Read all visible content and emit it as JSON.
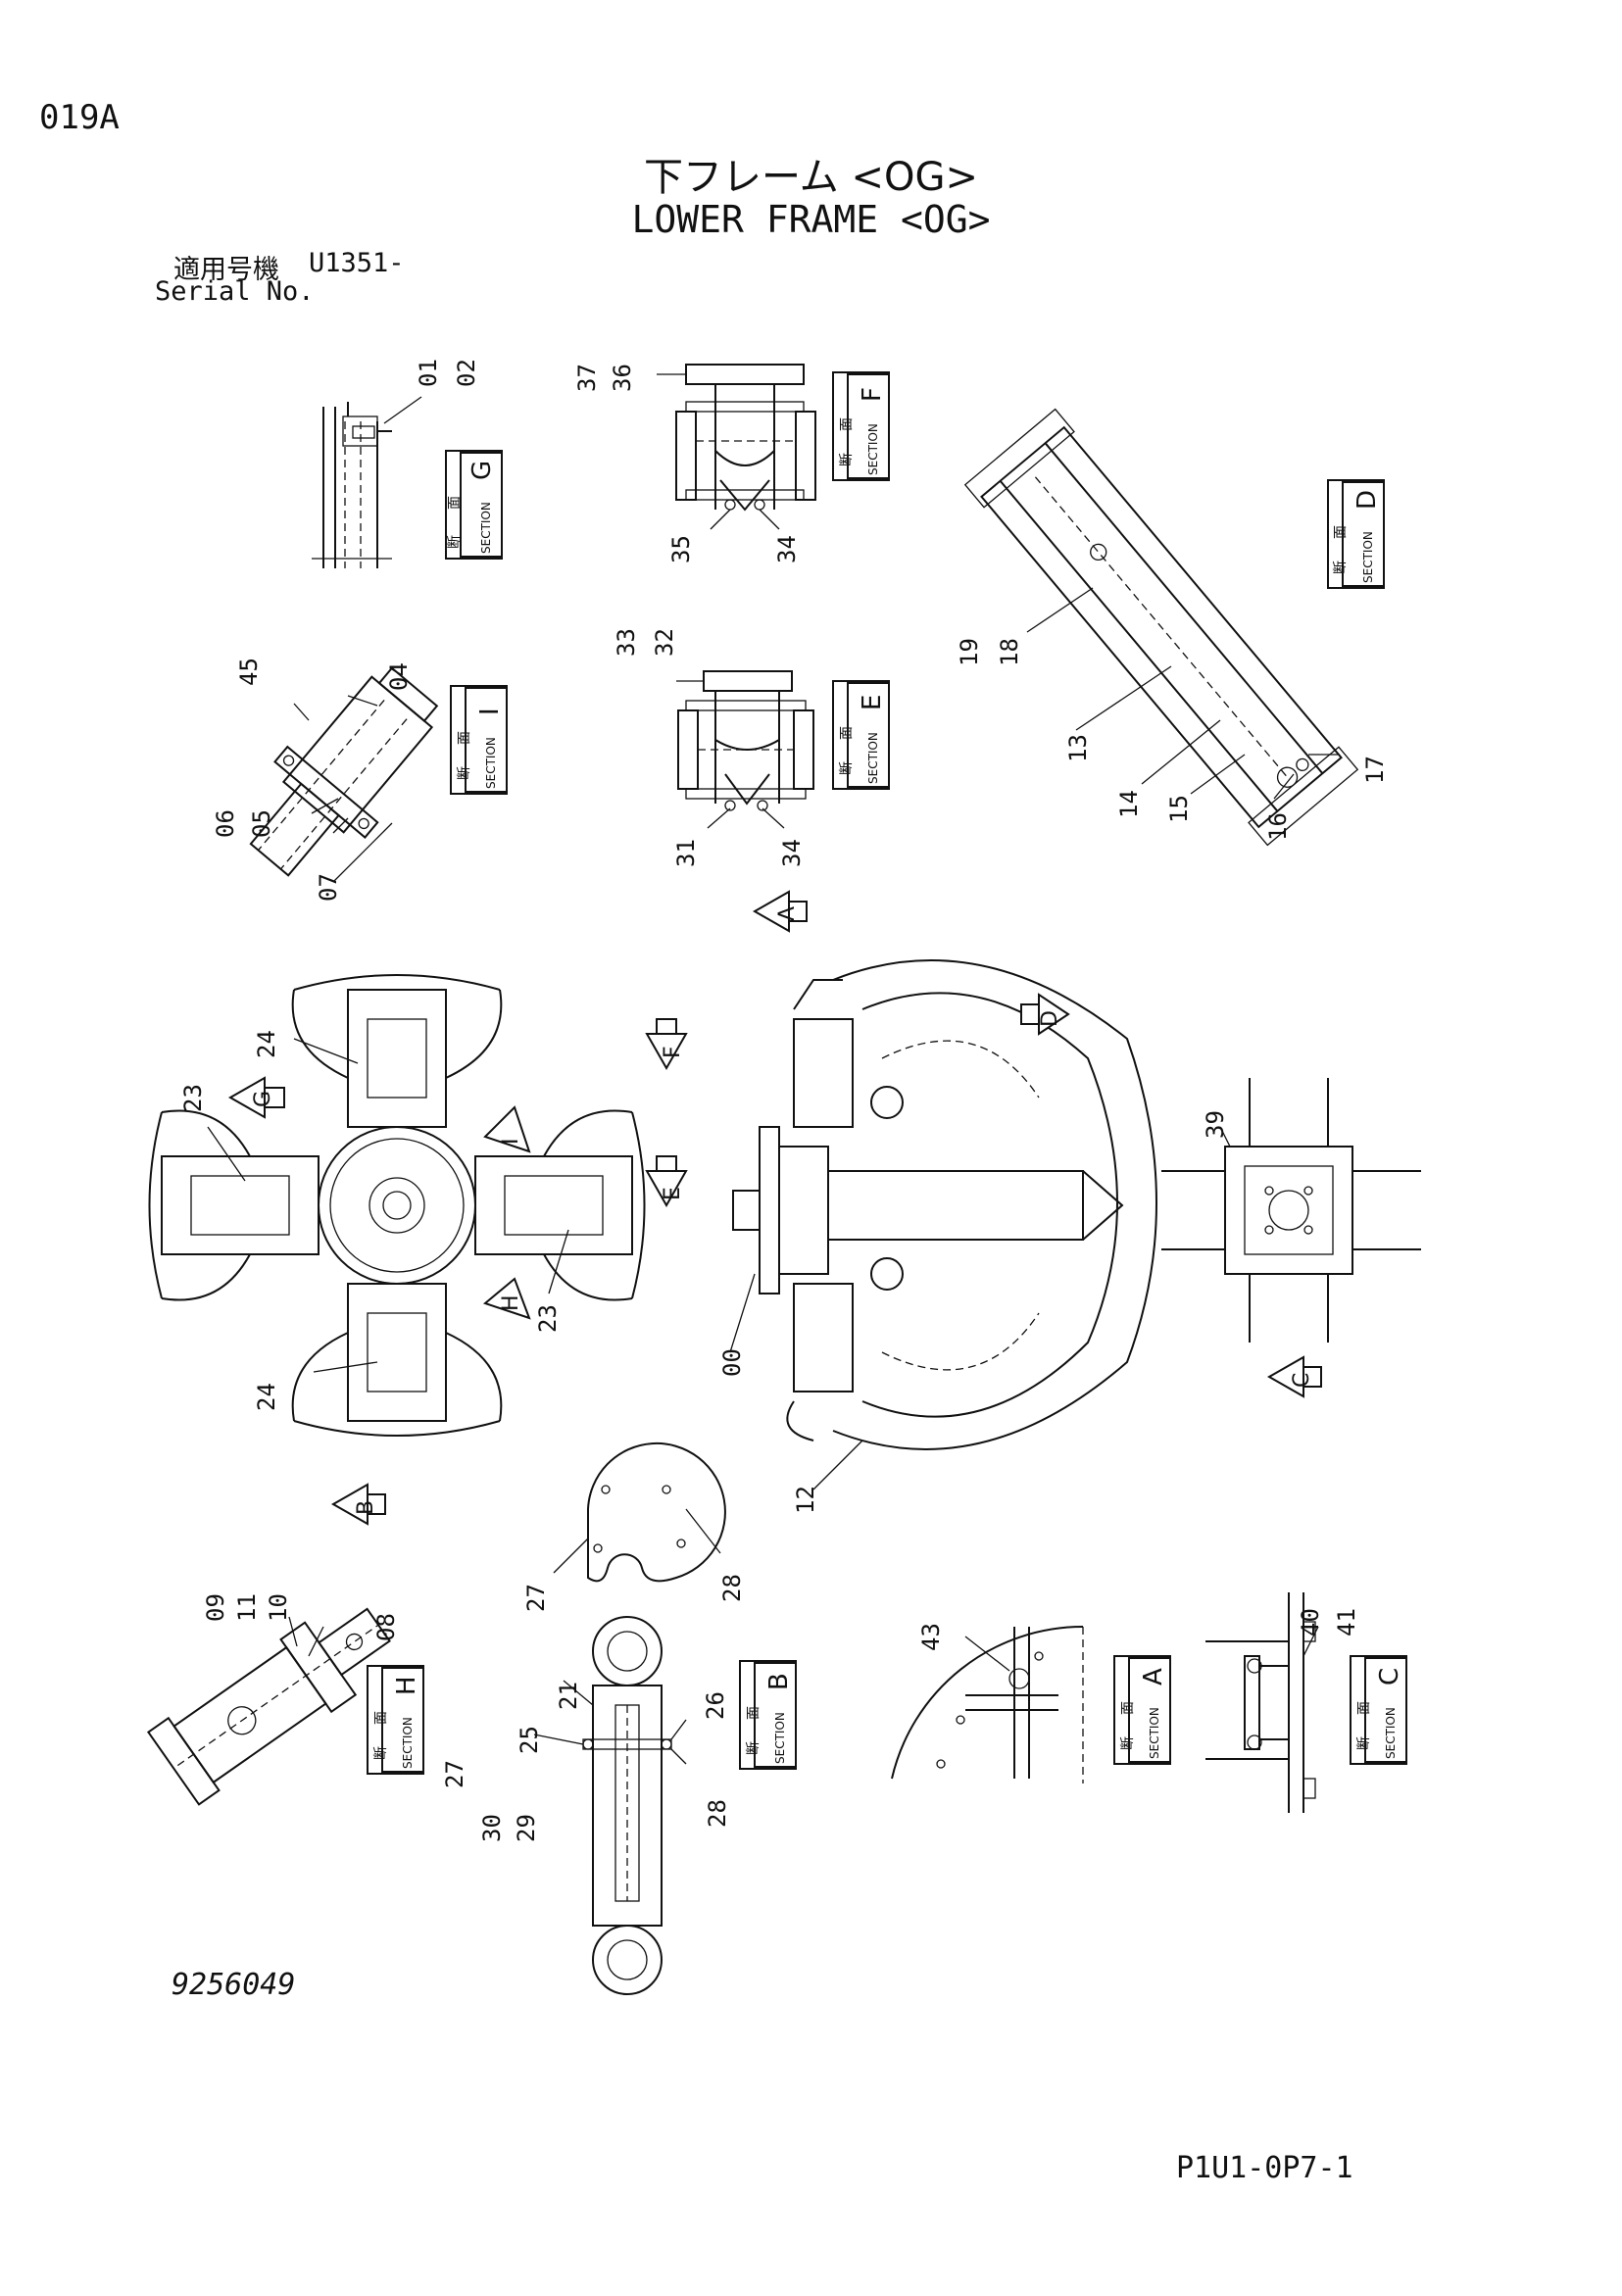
{
  "header": {
    "page_code": "019A",
    "title_jp": "下フレーム <OG>",
    "title_en": "LOWER FRAME <OG>",
    "serial_label_jp": "適用号機",
    "serial_value": "U1351-",
    "serial_label_en": "Serial No."
  },
  "footer": {
    "drawing_number": "9256049",
    "sheet_id": "P1U1-0P7-1"
  },
  "section_label": {
    "jp_top": "断",
    "jp_bottom": "面",
    "en": "SECTION"
  },
  "sections": [
    "G",
    "F",
    "D",
    "I",
    "E",
    "H",
    "B",
    "A",
    "C"
  ],
  "view_arrows": [
    "A",
    "D",
    "F",
    "G",
    "I",
    "E",
    "H",
    "B",
    "C"
  ],
  "callouts": {
    "sec_g": [
      "01",
      "02"
    ],
    "sec_f": [
      "37",
      "36",
      "35",
      "34"
    ],
    "sec_d": [
      "19",
      "18",
      "13",
      "14",
      "15",
      "16",
      "17"
    ],
    "sec_i": [
      "45",
      "04",
      "06",
      "05",
      "07"
    ],
    "sec_e": [
      "33",
      "32",
      "31",
      "34"
    ],
    "top_view": [
      "24",
      "23",
      "23",
      "24"
    ],
    "side_view": [
      "00",
      "12"
    ],
    "sec_c_top": [
      "39"
    ],
    "ring": [
      "27",
      "28"
    ],
    "sec_h": [
      "09",
      "11",
      "10",
      "08"
    ],
    "sec_b": [
      "21",
      "25",
      "27",
      "30",
      "29",
      "26",
      "28"
    ],
    "sec_a": [
      "43"
    ],
    "sec_c": [
      "40",
      "41"
    ]
  }
}
